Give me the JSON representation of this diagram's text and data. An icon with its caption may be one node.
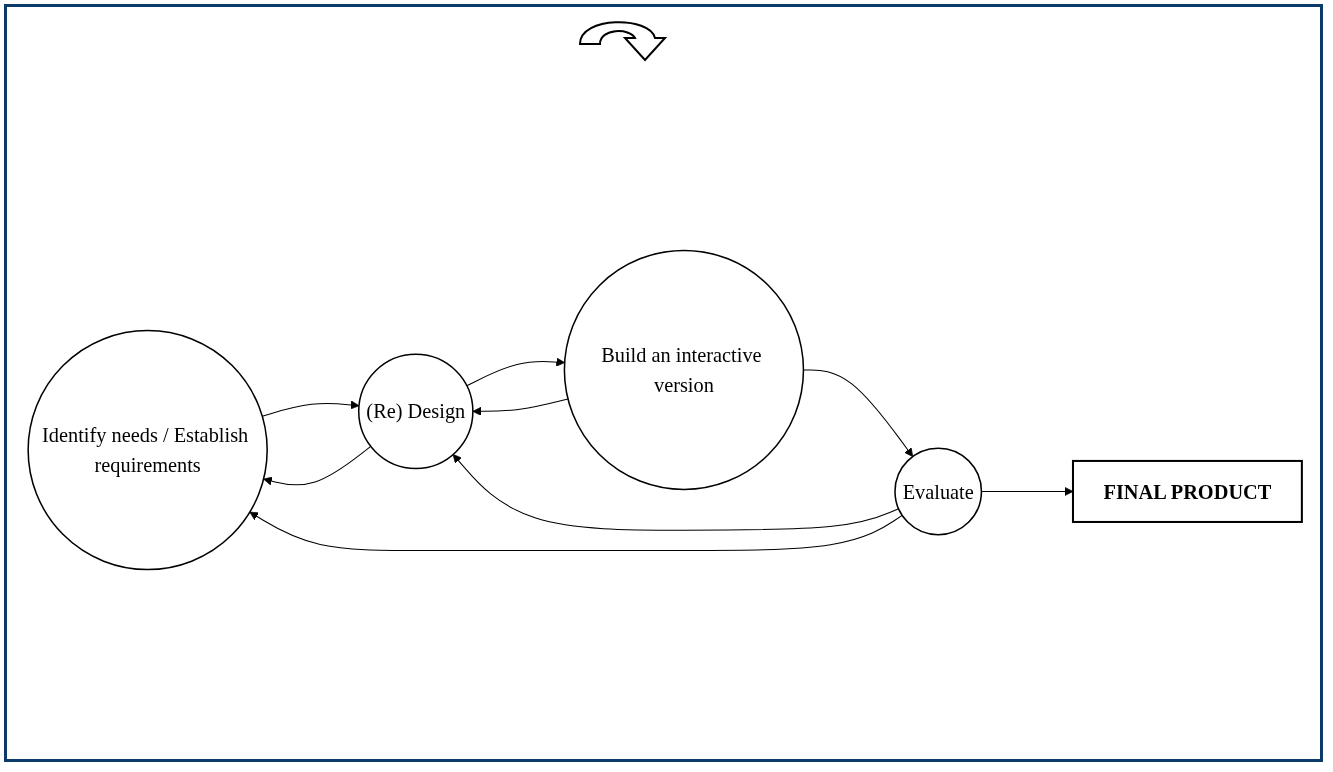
{
  "diagram": {
    "nodes": [
      {
        "text": [
          "Identify needs / Establish requirements"
        ]
      },
      {
        "text": [
          "(Re) Design"
        ]
      },
      {
        "text": [
          "Build an interactive version"
        ]
      },
      {
        "text": [
          "Evaluate"
        ]
      },
      {
        "text": [
          "FINAL PRODUCT"
        ]
      }
    ],
    "edges": [
      {
        "from": 1,
        "to": 0,
        "arrow": "to"
      },
      {
        "from": 0,
        "to": 1,
        "arrow": "to"
      },
      {
        "from": 1,
        "to": 2,
        "arrow": "to"
      },
      {
        "from": 2,
        "to": 1,
        "arrow": "to"
      },
      {
        "from": 2,
        "to": 3,
        "arrow": "to"
      },
      {
        "from": 3,
        "to": 0,
        "arrow": "to"
      },
      {
        "from": 3,
        "to": 1,
        "arrow": "to"
      },
      {
        "from": 3,
        "to": 4,
        "arrow": "to"
      }
    ]
  }
}
